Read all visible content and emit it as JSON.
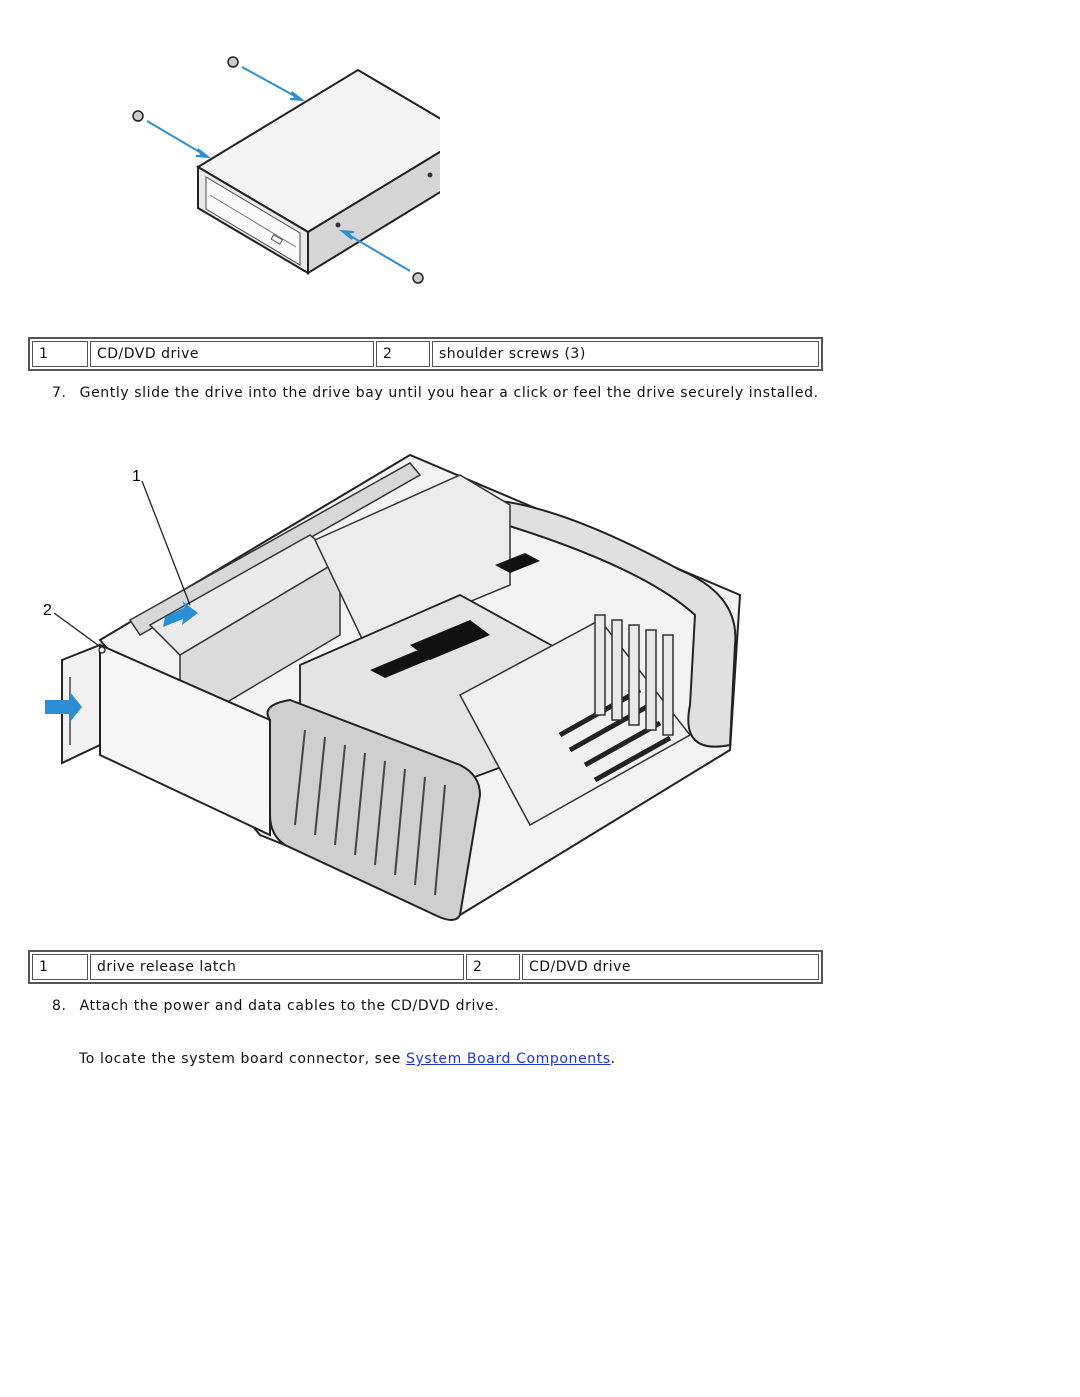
{
  "figure1": {
    "callouts": [
      {
        "num": "1",
        "label": "CD/DVD drive"
      },
      {
        "num": "2",
        "label": "shoulder screws (3)"
      }
    ]
  },
  "step7": {
    "number": "7.",
    "text": "Gently slide the drive into the drive bay until you hear a click or feel the drive securely installed."
  },
  "figure2": {
    "labels": [
      "1",
      "2"
    ],
    "callouts": [
      {
        "num": "1",
        "label": "drive release latch"
      },
      {
        "num": "2",
        "label": "CD/DVD drive"
      }
    ]
  },
  "step8": {
    "number": "8.",
    "text": "Attach the power and data cables to the CD/DVD drive."
  },
  "locate": {
    "prefix": "To locate the system board connector, see ",
    "link_text": "System Board Components",
    "suffix": "."
  },
  "colors": {
    "arrow": "#2b8fd6",
    "link": "#1a35d8",
    "outline": "#222222"
  }
}
